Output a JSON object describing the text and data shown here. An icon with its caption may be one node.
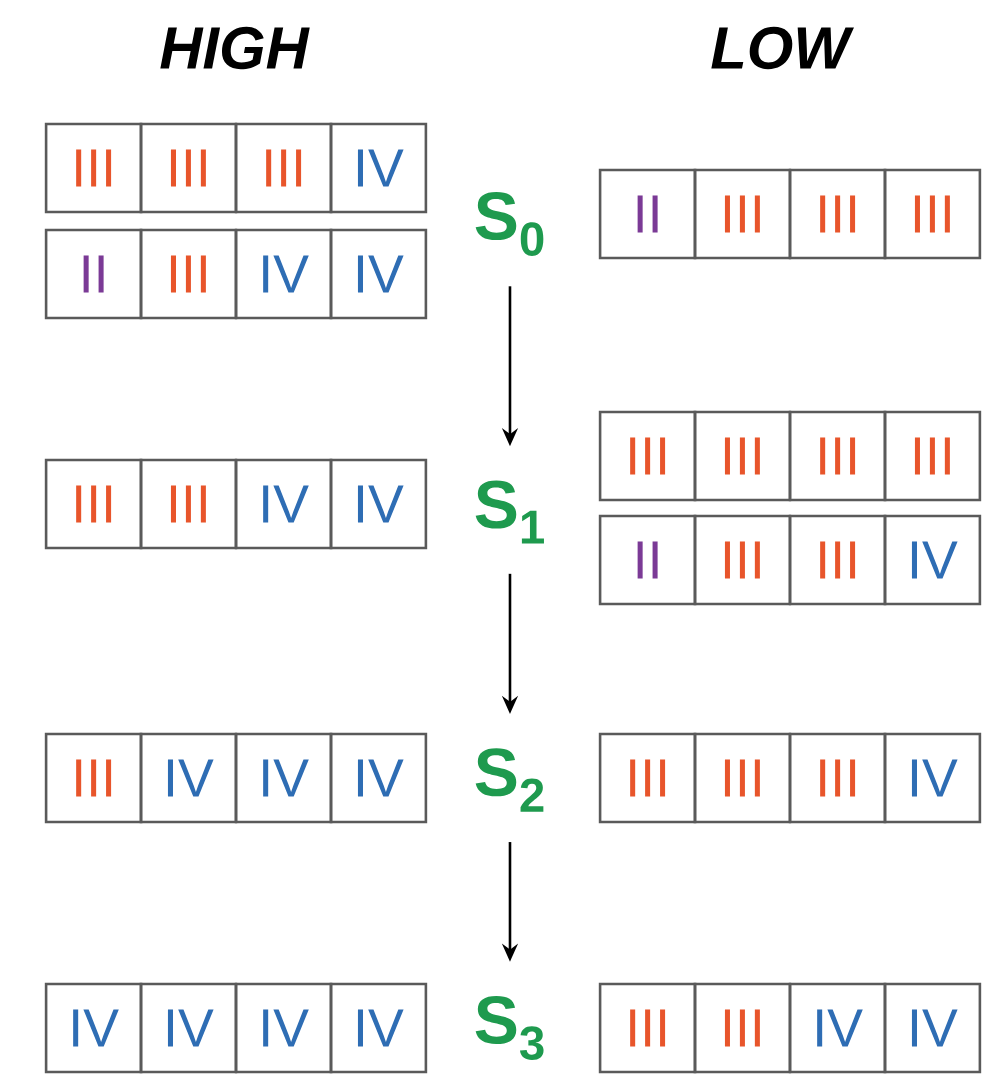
{
  "diagram": {
    "nodes": [
      {
        "text": [
          "III"
        ]
      },
      {
        "text": [
          "III"
        ]
      },
      {
        "text": [
          "III"
        ]
      },
      {
        "text": [
          "IV"
        ]
      },
      {
        "text": [
          "S$_{0}$"
        ]
      },
      {
        "text": [
          "II"
        ]
      },
      {
        "text": [
          "III"
        ]
      },
      {
        "text": [
          "III"
        ]
      },
      {
        "text": [
          "III"
        ]
      },
      {
        "text": [
          "II"
        ]
      },
      {
        "text": [
          "III"
        ]
      },
      {
        "text": [
          "IV"
        ]
      },
      {
        "text": [
          "IV"
        ]
      },
      {
        "text": [
          "III"
        ]
      },
      {
        "text": [
          "III"
        ]
      },
      {
        "text": [
          "III"
        ]
      },
      {
        "text": [
          "III"
        ]
      },
      {
        "text": [
          "III"
        ]
      },
      {
        "text": [
          "III"
        ]
      },
      {
        "text": [
          "IV"
        ]
      },
      {
        "text": [
          "IV"
        ]
      },
      {
        "text": [
          "S$_{1}$"
        ]
      },
      {
        "text": [
          "II"
        ]
      },
      {
        "text": [
          "III"
        ]
      },
      {
        "text": [
          "III"
        ]
      },
      {
        "text": [
          "IV"
        ]
      },
      {
        "text": [
          "III"
        ]
      },
      {
        "text": [
          "IV"
        ]
      },
      {
        "text": [
          "IV"
        ]
      },
      {
        "text": [
          "IV"
        ]
      },
      {
        "text": [
          "S$_{2}$"
        ]
      },
      {
        "text": [
          "III"
        ]
      },
      {
        "text": [
          "III"
        ]
      },
      {
        "text": [
          "III"
        ]
      },
      {
        "text": [
          "IV"
        ]
      },
      {
        "text": [
          "IV"
        ]
      },
      {
        "text": [
          "IV"
        ]
      },
      {
        "text": [
          "IV"
        ]
      },
      {
        "text": [
          "IV"
        ]
      },
      {
        "text": [
          "S$_{3}$"
        ]
      },
      {
        "text": [
          "III"
        ]
      },
      {
        "text": [
          "III"
        ]
      },
      {
        "text": [
          "IV"
        ]
      },
      {
        "text": [
          "IV"
        ]
      }
    ],
    "edges": [
      {
        "from": 4,
        "to": 21,
        "arrow": "to"
      },
      {
        "from": 21,
        "to": 30,
        "arrow": "to"
      },
      {
        "from": 30,
        "to": 39,
        "arrow": "to"
      }
    ],
    "labels": [
      "HIGH",
      "LOW"
    ]
  }
}
